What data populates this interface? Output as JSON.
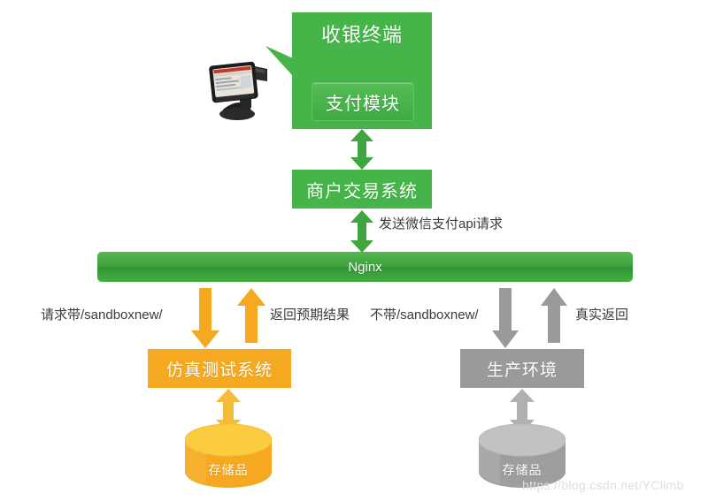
{
  "diagram": {
    "title_present": false,
    "colors": {
      "green": "#45b549",
      "green_dark": "#2f9636",
      "orange": "#f5a920",
      "orange_light": "#fbc02d",
      "gray": "#9a9a9a",
      "gray_light": "#bdbdbd",
      "text": "#3b3b3b",
      "background": "#ffffff",
      "watermark": "#dedede"
    },
    "nodes": {
      "pos_terminal_icon": "pos-terminal-icon",
      "callout_title": "收银终端",
      "payment_module": "支付模块",
      "merchant_system": "商户交易系统",
      "nginx": "Nginx",
      "sandbox_system": "仿真测试系统",
      "production_env": "生产环境",
      "sandbox_storage": "存储品",
      "production_storage": "存储品"
    },
    "connector_labels": {
      "api_request": "发送微信支付api请求",
      "request_with_sandbox": "请求带/sandboxnew/",
      "return_expected": "返回预期结果",
      "request_without_sandbox": "不带/sandboxnew/",
      "return_real": "真实返回"
    },
    "arrows": [
      {
        "name": "terminal-to-merchant",
        "direction": "bidirectional",
        "color": "#3fa63f",
        "orientation": "vertical"
      },
      {
        "name": "merchant-to-nginx",
        "direction": "bidirectional",
        "color": "#3fa63f",
        "orientation": "vertical"
      },
      {
        "name": "nginx-to-sandbox",
        "direction": "down",
        "color": "#f5a920",
        "orientation": "vertical"
      },
      {
        "name": "sandbox-to-nginx",
        "direction": "up",
        "color": "#f5a920",
        "orientation": "vertical"
      },
      {
        "name": "nginx-to-production",
        "direction": "down",
        "color": "#9a9a9a",
        "orientation": "vertical"
      },
      {
        "name": "production-to-nginx",
        "direction": "up",
        "color": "#9a9a9a",
        "orientation": "vertical"
      },
      {
        "name": "sandbox-to-storage",
        "direction": "bidirectional",
        "color": "#f5bb3b",
        "orientation": "vertical"
      },
      {
        "name": "production-to-storage",
        "direction": "bidirectional",
        "color": "#b0b0b0",
        "orientation": "vertical"
      }
    ],
    "watermark": "https://blog.csdn.net/YClimb"
  }
}
